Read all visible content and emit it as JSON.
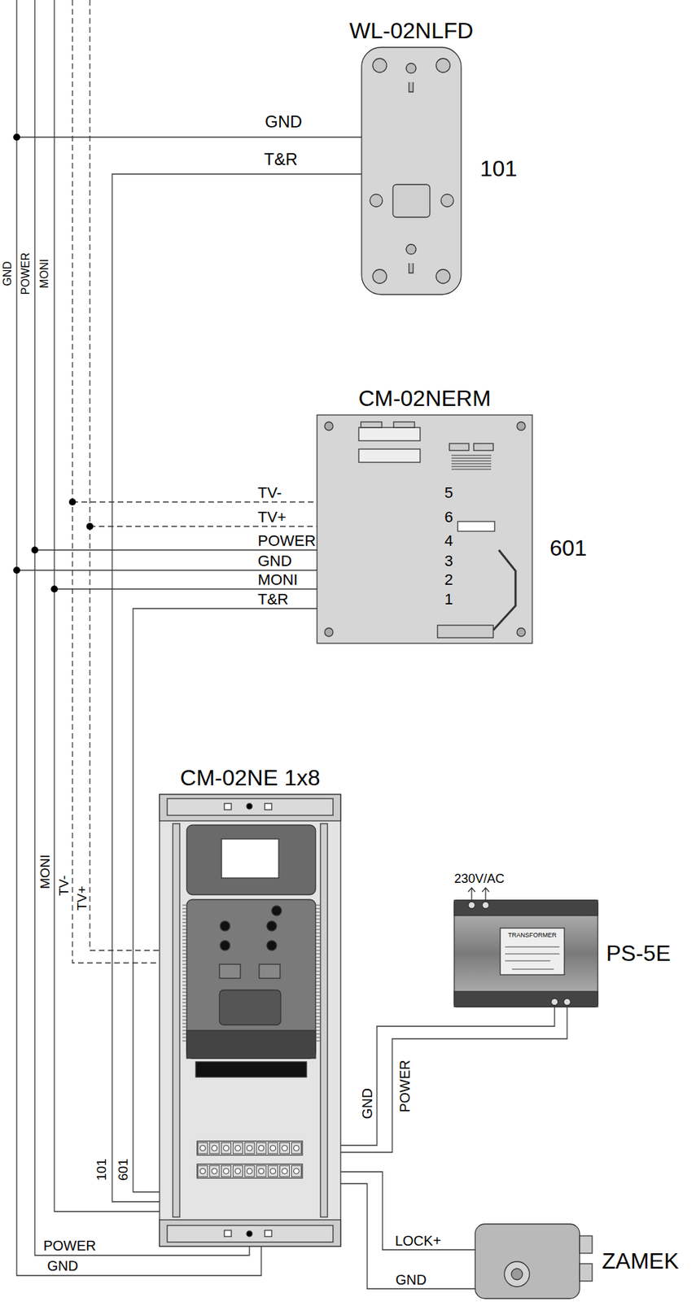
{
  "diagram": {
    "nodes": [
      {
        "text": [
          "WL-02NLFD"
        ]
      },
      {
        "text": [
          "CM-02NERM"
        ]
      },
      {
        "text": [
          "CM-02NE 1x8"
        ]
      },
      {
        "text": [
          "PS-5E"
        ]
      },
      {
        "text": [
          "ZAMEK"
        ]
      }
    ],
    "edges": [
      {
        "from": 2,
        "to": 0,
        "arrow": "none"
      },
      {
        "from": 2,
        "to": 1,
        "arrow": "none"
      },
      {
        "from": 3,
        "to": 2,
        "arrow": "none"
      },
      {
        "from": 2,
        "to": 4,
        "arrow": "none"
      }
    ],
    "labels": [
      "GND",
      "T&R",
      "101",
      "TV-",
      "TV+",
      "POWER",
      "GND",
      "MONI",
      "T&R",
      "5",
      "6",
      "4",
      "3",
      "2",
      "1",
      "601",
      "GND",
      "POWER",
      "MONI",
      "MONI",
      "TV-",
      "TV+",
      "101",
      "601",
      "POWER",
      "GND",
      "230V/AC",
      "TRANSFORMER",
      "GND",
      "POWER",
      "LOCK+",
      "GND"
    ]
  }
}
